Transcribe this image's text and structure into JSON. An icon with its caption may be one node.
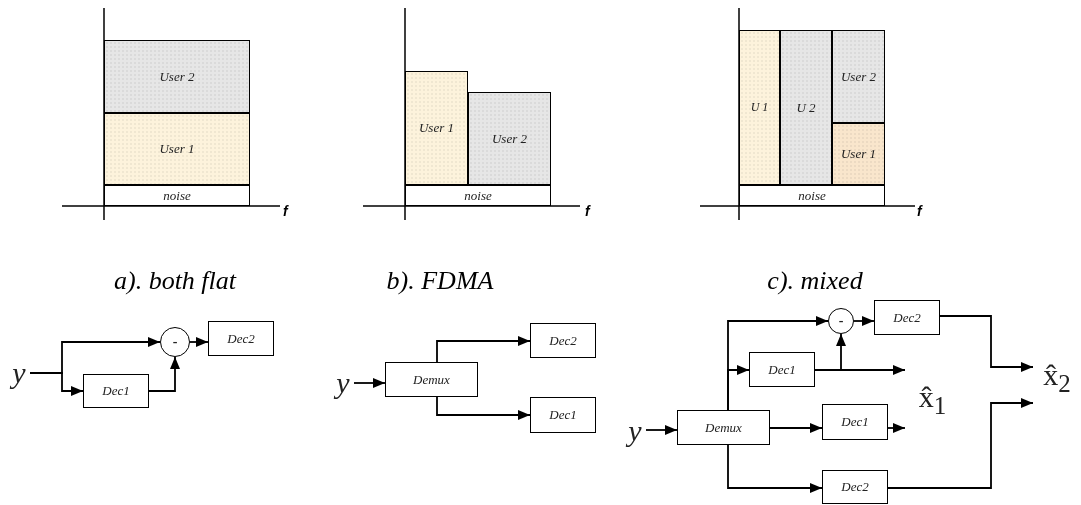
{
  "diagram": {
    "nodes": [
      {
        "text": [
          "User 2"
        ]
      },
      {
        "text": [
          "User 1"
        ]
      },
      {
        "text": [
          "noise"
        ]
      },
      {
        "text": [
          "User 1"
        ]
      },
      {
        "text": [
          "User 2"
        ]
      },
      {
        "text": [
          "noise"
        ]
      },
      {
        "text": [
          "U 1"
        ]
      },
      {
        "text": [
          "U 2"
        ]
      },
      {
        "text": [
          "User 2"
        ]
      },
      {
        "text": [
          "User 1"
        ]
      },
      {
        "text": [
          "noise"
        ]
      },
      {
        "text": [
          "y"
        ]
      },
      {
        "text": [
          "-"
        ]
      },
      {
        "text": [
          "Dec2"
        ]
      },
      {
        "text": [
          "Dec1"
        ]
      },
      {
        "text": [
          "y"
        ]
      },
      {
        "text": [
          "Demux"
        ]
      },
      {
        "text": [
          "Dec2"
        ]
      },
      {
        "text": [
          "Dec1"
        ]
      },
      {
        "text": [
          "-"
        ]
      },
      {
        "text": [
          "Dec2"
        ]
      },
      {
        "text": [
          "Dec1"
        ]
      },
      {
        "text": [
          "y"
        ]
      },
      {
        "text": [
          "Demux"
        ]
      },
      {
        "text": [
          "Dec1"
        ]
      },
      {
        "text": [
          "x̂$_{1}$"
        ]
      },
      {
        "text": [
          "x̂$_{2}$"
        ]
      },
      {
        "text": [
          "Dec2"
        ]
      }
    ],
    "edges": [
      {
        "from": 11,
        "to": 12,
        "arrow": "to"
      },
      {
        "from": 11,
        "to": 14,
        "arrow": "to"
      },
      {
        "from": 14,
        "to": 12,
        "arrow": "to"
      },
      {
        "from": 12,
        "to": 13,
        "arrow": "to"
      },
      {
        "from": 15,
        "to": 16,
        "arrow": "to"
      },
      {
        "from": 16,
        "to": 17,
        "arrow": "to"
      },
      {
        "from": 16,
        "to": 18,
        "arrow": "to"
      },
      {
        "from": 22,
        "to": 23,
        "arrow": "to"
      },
      {
        "from": 23,
        "to": 19,
        "arrow": "to"
      },
      {
        "from": 23,
        "to": 21,
        "arrow": "to"
      },
      {
        "from": 23,
        "to": 24,
        "arrow": "to"
      },
      {
        "from": 23,
        "to": 27,
        "arrow": "to"
      },
      {
        "from": 21,
        "to": 19,
        "arrow": "to"
      },
      {
        "from": 21,
        "to": 25,
        "arrow": "to"
      },
      {
        "from": 19,
        "to": 20,
        "arrow": "to"
      },
      {
        "from": 20,
        "to": 26,
        "arrow": "to"
      },
      {
        "from": 24,
        "to": 25,
        "arrow": "to"
      },
      {
        "from": 27,
        "to": 26,
        "arrow": "to"
      }
    ],
    "labels": [
      "f",
      "f",
      "f",
      "a). both flat",
      "b). FDMA",
      "c). mixed"
    ]
  }
}
